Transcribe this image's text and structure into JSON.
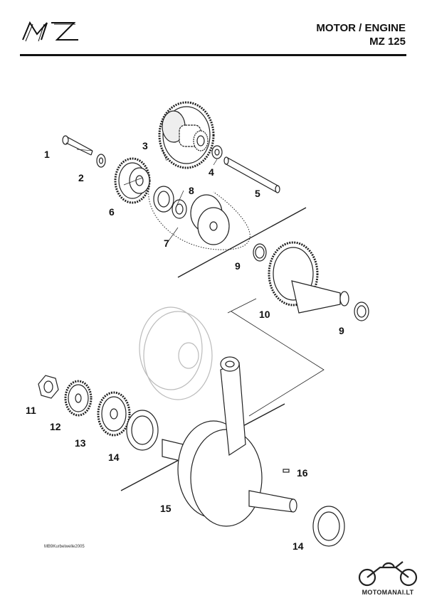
{
  "header": {
    "logo_text": "MZ",
    "title_line1": "MOTOR / ENGINE",
    "title_line2": "MZ 125"
  },
  "callouts": {
    "c1": "1",
    "c2": "2",
    "c3": "3",
    "c4": "4",
    "c5": "5",
    "c6": "6",
    "c7": "7",
    "c8": "8",
    "c9a": "9",
    "c9b": "9",
    "c10": "10",
    "c11": "11",
    "c12": "12",
    "c13": "13",
    "c14a": "14",
    "c14b": "14",
    "c15": "15",
    "c16": "16"
  },
  "footer": {
    "caption": "MB9Kurbelwelle2005",
    "brand": "MOTOMANAI.LT"
  }
}
